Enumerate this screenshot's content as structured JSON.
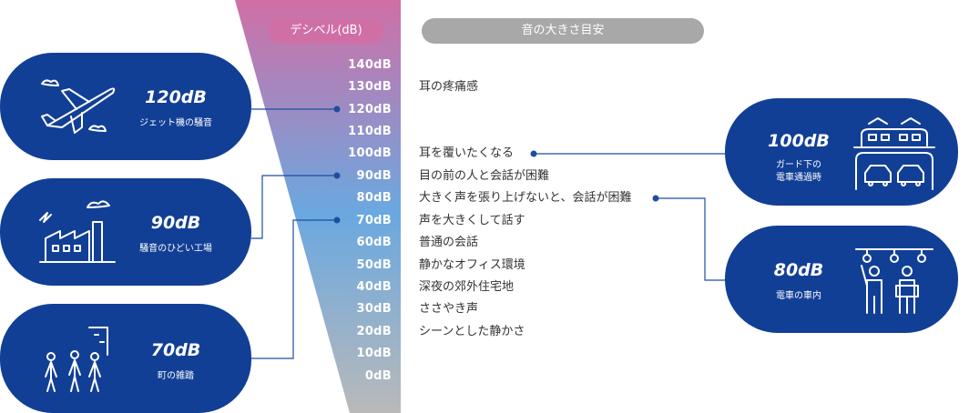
{
  "header": {
    "decibel_label": "デシベル(dB)",
    "guide_label": "音の大きさ目安"
  },
  "scale": [
    {
      "db": "140dB",
      "desc": ""
    },
    {
      "db": "130dB",
      "desc": "耳の疼痛感"
    },
    {
      "db": "120dB",
      "desc": ""
    },
    {
      "db": "110dB",
      "desc": ""
    },
    {
      "db": "100dB",
      "desc": "耳を覆いたくなる"
    },
    {
      "db": "90dB",
      "desc": "目の前の人と会話が困難"
    },
    {
      "db": "80dB",
      "desc": "大きく声を張り上げないと、会話が困難"
    },
    {
      "db": "70dB",
      "desc": "声を大きくして話す"
    },
    {
      "db": "60dB",
      "desc": "普通の会話"
    },
    {
      "db": "50dB",
      "desc": "静かなオフィス環境"
    },
    {
      "db": "40dB",
      "desc": "深夜の郊外住宅地"
    },
    {
      "db": "30dB",
      "desc": "ささやき声"
    },
    {
      "db": "20dB",
      "desc": "シーンとした静かさ"
    },
    {
      "db": "10dB",
      "desc": ""
    },
    {
      "db": "0dB",
      "desc": ""
    }
  ],
  "examples_left": [
    {
      "value": "120dB",
      "label": "ジェット機の騒音",
      "icon": "airplane-icon"
    },
    {
      "value": "90dB",
      "label": "騒音のひどい工場",
      "icon": "factory-icon"
    },
    {
      "value": "70dB",
      "label": "町の雑踏",
      "icon": "pedestrians-icon"
    }
  ],
  "examples_right": [
    {
      "value": "100dB",
      "label_line1": "ガード下の",
      "label_line2": "電車通過時",
      "icon": "train-overpass-icon"
    },
    {
      "value": "80dB",
      "label": "電車の車内",
      "icon": "train-passengers-icon"
    }
  ],
  "colors": {
    "gradient_top": "#d06fa6",
    "gradient_mid": "#6aa8e0",
    "gradient_bottom": "#b9b9b9",
    "card": "#123f96",
    "connector": "#1e4ea0",
    "guide_pill": "#a8a8a8"
  }
}
